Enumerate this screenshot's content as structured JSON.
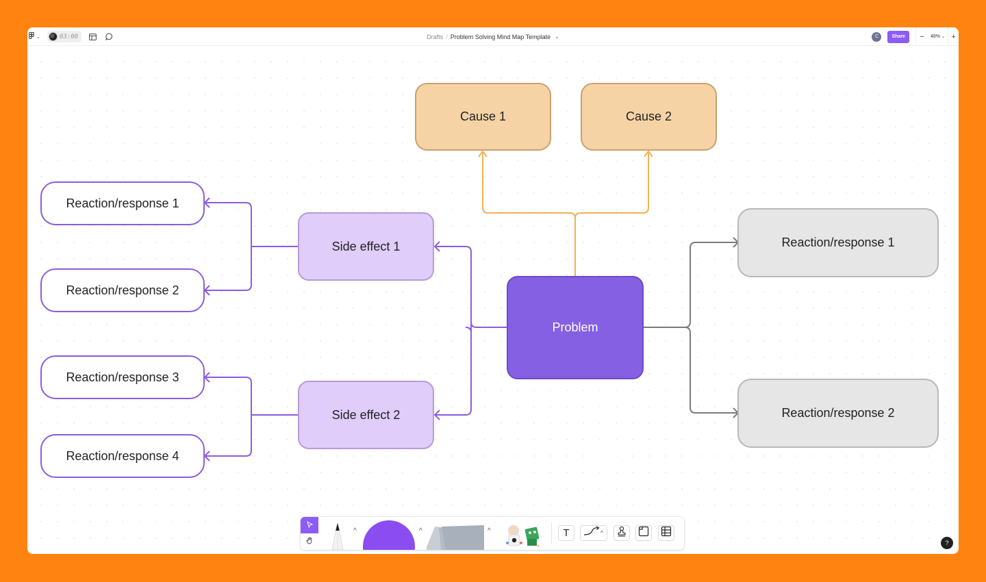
{
  "header": {
    "timer": "03:00",
    "breadcrumb_root": "Drafts",
    "separator": "/",
    "file_title": "Problem Solving Mind Map Template",
    "user_initial": "C",
    "share_label": "Share",
    "zoom_minus": "−",
    "zoom_level": "48%",
    "zoom_plus": "+"
  },
  "mind_map": {
    "causes": [
      "Cause 1",
      "Cause 2"
    ],
    "problem": "Problem",
    "side_effects": [
      "Side effect 1",
      "Side effect 2"
    ],
    "left_reactions": [
      "Reaction/response 1",
      "Reaction/response 2",
      "Reaction/response 3",
      "Reaction/response 4"
    ],
    "right_reactions": [
      "Reaction/response 1",
      "Reaction/response 2"
    ]
  },
  "toolbar": {
    "text_tool": "T",
    "caret": "^"
  },
  "help_label": "?",
  "colors": {
    "background": "#ff8311",
    "accent": "#8b5cf6",
    "cause_fill": "#f5d3a5",
    "side_effect_fill": "#e0cdf9",
    "problem_fill": "#8560e2",
    "right_reaction_fill": "#e6e6e6",
    "cause_connector": "#efb253",
    "left_connector": "#8b5cdc",
    "right_connector": "#7a7a7a"
  },
  "icons": [
    "figma-menu-icon",
    "layout-icon",
    "comment-icon",
    "chevron-down-icon",
    "cursor-icon",
    "hand-icon",
    "pen-icon",
    "shape-icon",
    "sticky-note-icon",
    "stickers-icon",
    "connector-icon",
    "stamp-icon",
    "section-icon",
    "table-icon",
    "help-icon"
  ]
}
